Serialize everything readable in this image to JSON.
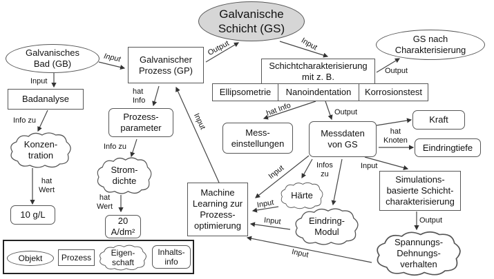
{
  "diagram": {
    "nodes": {
      "gs": "Galvanische\nSchicht (GS)",
      "gb": "Galvanisches\nBad (GB)",
      "gp": "Galvanischer\nProzess (GP)",
      "badanalyse": "Badanalyse",
      "konzentration": "Konzen-\ntration",
      "wert_konz": "10 g/L",
      "prozessparameter": "Prozess-\nparameter",
      "stromdichte": "Strom-\ndichte",
      "wert_strom": "20\nA/dm²",
      "schichtchar": "Schichtcharakterisierung\nmit z. B.",
      "ellipsometrie": "Ellipsometrie",
      "nanoindentation": "Nanoindentation",
      "korrosionstest": "Korrosionstest",
      "gs_nach": "GS nach\nCharakterisierung",
      "messeinstellungen": "Mess-\neinstellungen",
      "messdaten": "Messdaten\nvon GS",
      "kraft": "Kraft",
      "eindringtiefe": "Eindringtiefe",
      "ml": "Machine\nLearning zur\nProzess-\noptimierung",
      "haerte": "Härte",
      "eindringmodul": "Eindring-\nModul",
      "simulation": "Simulations-\nbasierte Schicht-\ncharakterisierung",
      "spannung": "Spannungs-\nDehnungs-\nverhalten"
    },
    "edge_labels": {
      "gb_gp": "Input",
      "gp_gs": "Output",
      "gs_sc": "Input",
      "sc_gsnach": "Output",
      "gb_bad": "Input",
      "bad_konz": "Info zu",
      "konz_wert": "hat\nWert",
      "gp_pp": "hat\nInfo",
      "pp_strom": "Info zu",
      "strom_wert": "hat\nWert",
      "ml_gp": "Input",
      "nano_mess": "hat Info",
      "nano_md": "Output",
      "md_kraft": "hat\nKnoten",
      "md_ml": "Input",
      "md_infos": "Infos\nzu",
      "md_sim": "Input",
      "haerte_ml": "Input",
      "modul_ml": "Input",
      "sim_span": "Output",
      "span_ml": "Input"
    }
  },
  "legend": {
    "objekt": "Objekt",
    "prozess": "Prozess",
    "eigenschaft": "Eigen-\nschaft",
    "inhaltsinfo": "Inhalts-\ninfo"
  }
}
